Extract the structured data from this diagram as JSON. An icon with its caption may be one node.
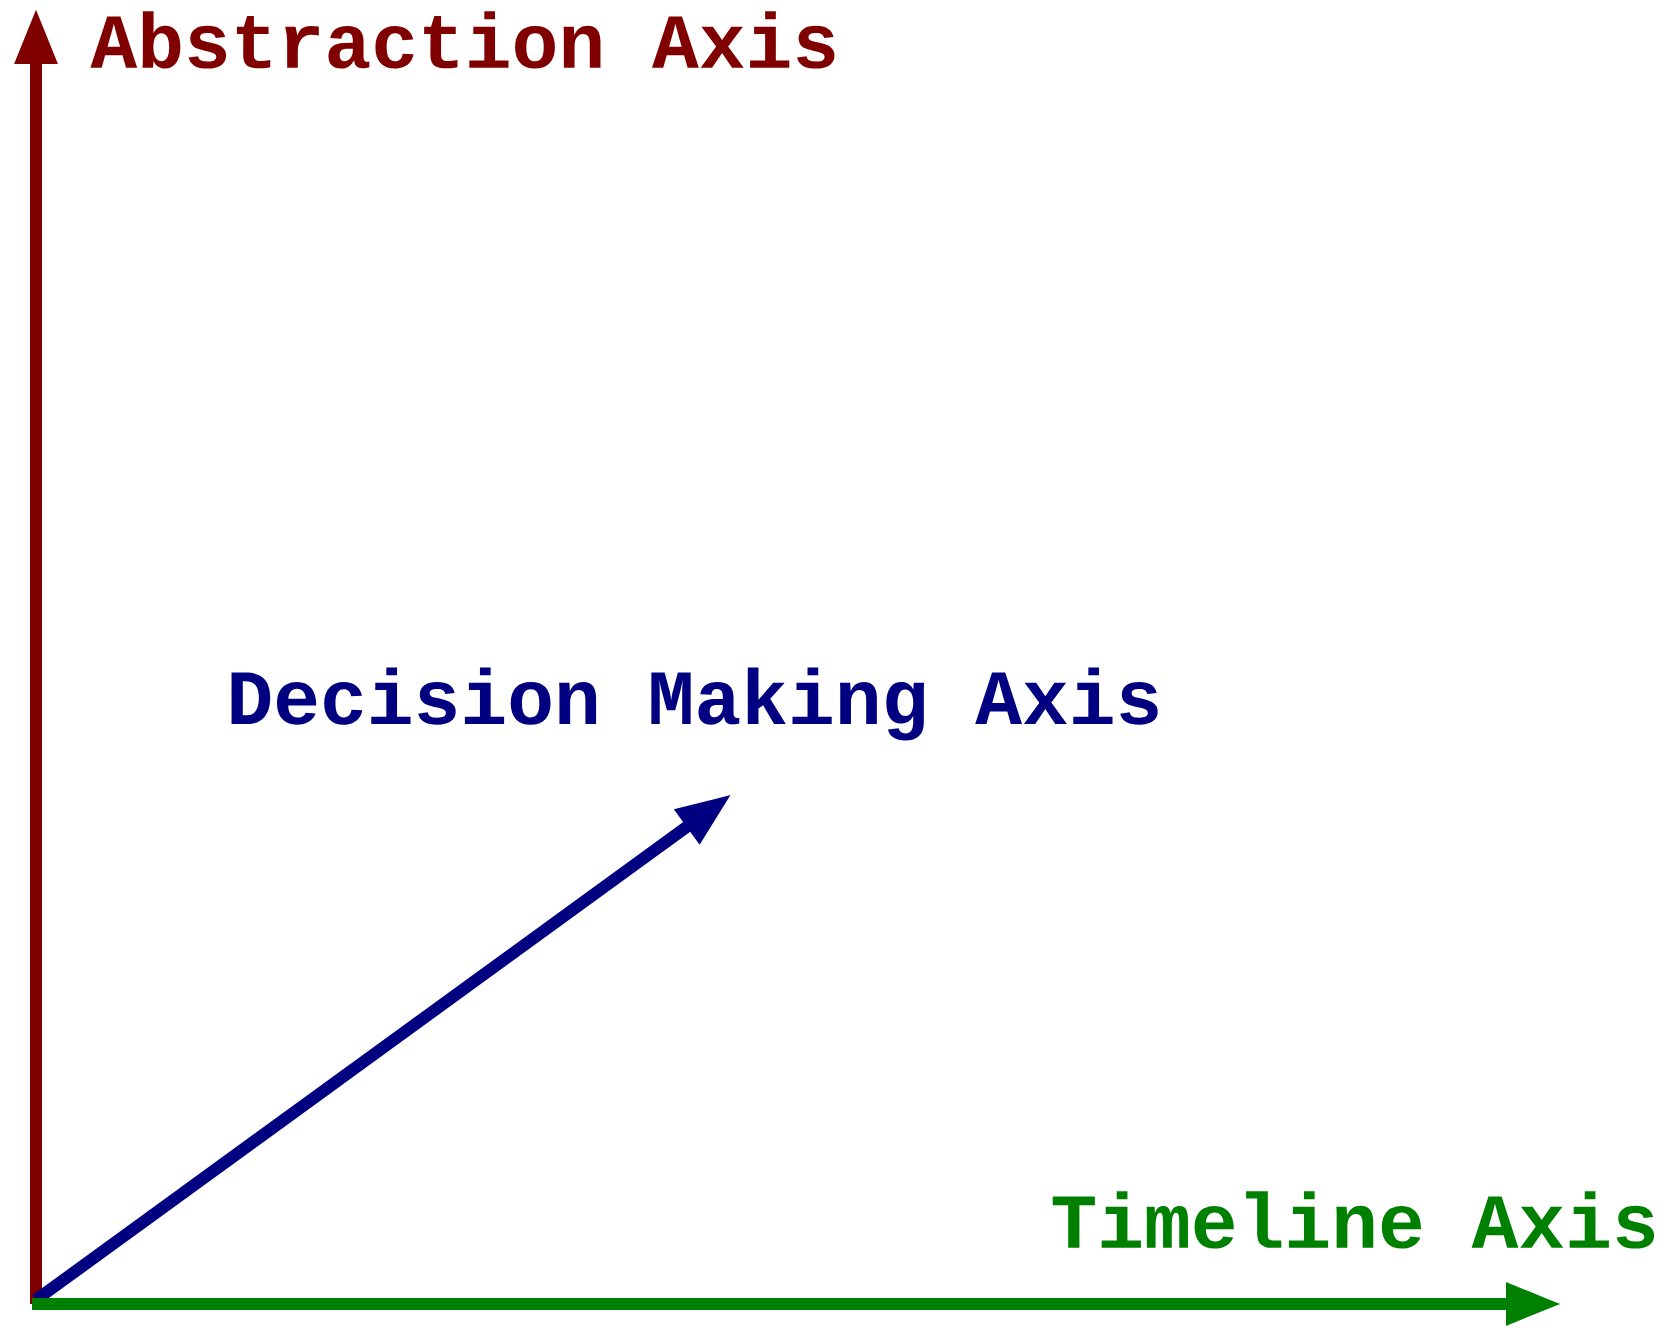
{
  "diagram": {
    "labels": [
      "Abstraction Axis",
      "Decision Making Axis",
      "Timeline Axis"
    ]
  }
}
